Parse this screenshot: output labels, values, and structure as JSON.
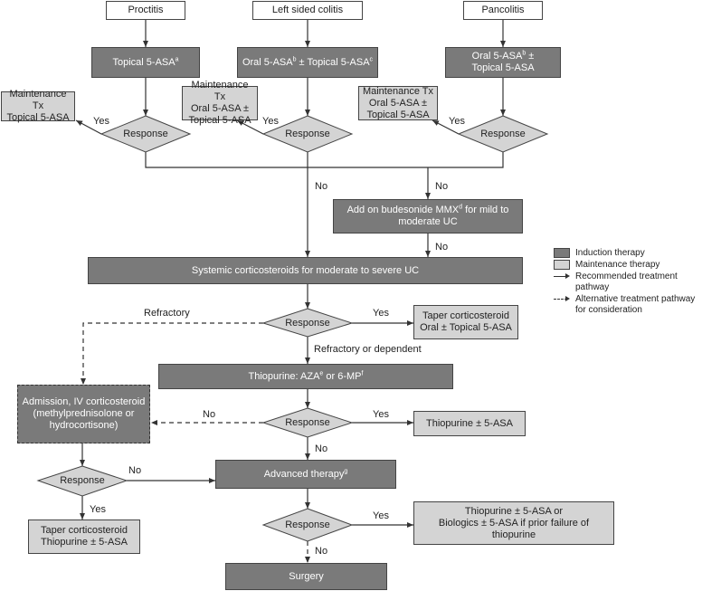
{
  "top": {
    "proctitis": "Proctitis",
    "left_sided": "Left sided colitis",
    "pancolitis": "Pancolitis"
  },
  "induction": {
    "proctitis": {
      "text": "Topical 5-ASA",
      "sup": "a"
    },
    "left_sided": {
      "a": "Oral 5-ASA",
      "sup1": "b",
      "b": " ± Topical 5-ASA",
      "sup2": "c"
    },
    "pancolitis": {
      "a": "Oral 5-ASA",
      "sup": "b",
      "b": " ±",
      "line2": "Topical 5-ASA"
    }
  },
  "maintenance": {
    "proctitis": {
      "line1": "Maintenance Tx",
      "line2": "Topical 5-ASA"
    },
    "left_sided": {
      "line1": "Maintenance Tx",
      "line2": "Oral 5-ASA ±",
      "line3": "Topical 5-ASA"
    },
    "pancolitis": {
      "line1": "Maintenance Tx",
      "line2": "Oral 5-ASA ±",
      "line3": "Topical 5-ASA"
    }
  },
  "response": "Response",
  "yes": "Yes",
  "no": "No",
  "budesonide": {
    "a": "Add on budesonide MMX",
    "sup": "d",
    "b": " for mild to",
    "line2": "moderate UC"
  },
  "systemic": "Systemic corticosteroids for moderate to severe UC",
  "refractory": "Refractory",
  "refractory_dependent": "Refractory or dependent",
  "taper1": {
    "line1": "Taper corticosteroid",
    "line2": "Oral ± Topical 5-ASA"
  },
  "thiopurine_induction": {
    "a": "Thiopurine: AZA",
    "sup1": "e",
    "b": " or 6-MP",
    "sup2": "f"
  },
  "admission": {
    "line1": "Admission, IV corticosteroid",
    "line2": "(methylprednisolone or",
    "line3": "hydrocortisone)"
  },
  "thiopurine_maint": "Thiopurine ± 5-ASA",
  "advanced": {
    "text": "Advanced therapy",
    "sup": "g"
  },
  "taper2": {
    "line1": "Taper corticosteroid",
    "line2": "Thiopurine ± 5-ASA"
  },
  "final_maint": {
    "line1": "Thiopurine ± 5-ASA or",
    "line2": "Biologics ± 5-ASA if prior failure of thiopurine"
  },
  "surgery": "Surgery",
  "legend": {
    "induction": "Induction therapy",
    "maintenance": "Maintenance therapy",
    "recommended": "Recommended treatment pathway",
    "alternative": "Alternative treatment pathway for consideration"
  },
  "colors": {
    "induction": "#7a7a7a",
    "maintenance": "#d4d4d4"
  }
}
